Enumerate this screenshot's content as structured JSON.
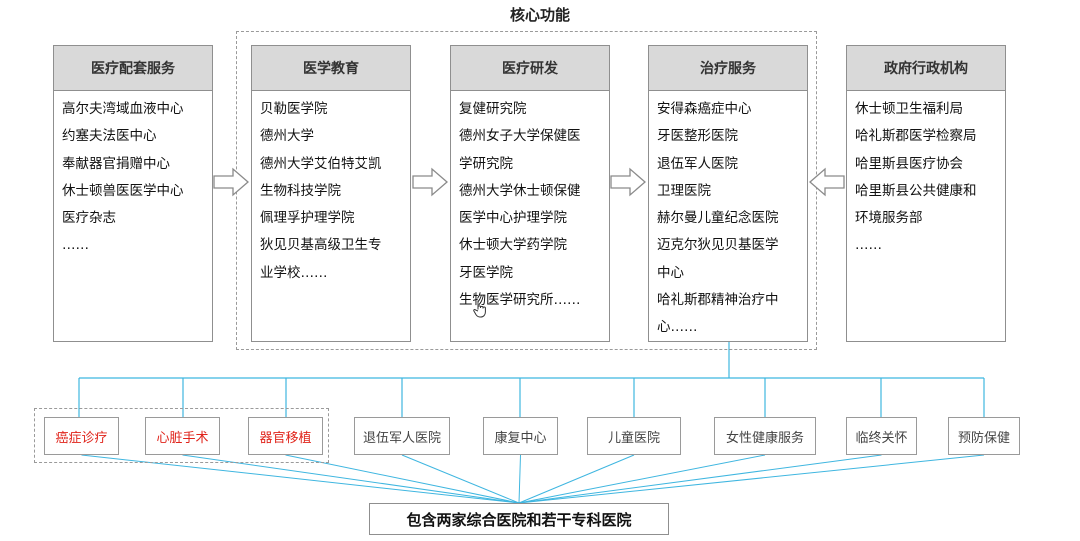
{
  "core_title": "核心功能",
  "columns": [
    {
      "title": "医疗配套服务",
      "items": [
        "高尔夫湾域血液中心",
        "约塞夫法医中心",
        "奉献器官捐赠中心",
        "休士顿兽医医学中心",
        "医疗杂志",
        "……"
      ]
    },
    {
      "title": "医学教育",
      "items": [
        "贝勒医学院",
        "德州大学",
        "德州大学艾伯特艾凯",
        "生物科技学院",
        "佩理孚护理学院",
        "狄见贝基高级卫生专",
        "业学校……"
      ]
    },
    {
      "title": "医疗研发",
      "items": [
        "复健研究院",
        "德州女子大学保健医",
        "学研究院",
        "德州大学休士顿保健",
        "医学中心护理学院",
        "休士顿大学药学院",
        "牙医学院",
        "生物医学研究所……"
      ]
    },
    {
      "title": "治疗服务",
      "items": [
        "安得森癌症中心",
        "牙医整形医院",
        "退伍军人医院",
        "卫理医院",
        "赫尔曼儿童纪念医院",
        "迈克尔狄见贝基医学",
        "中心",
        "哈礼斯郡精神治疗中",
        "心……"
      ]
    },
    {
      "title": "政府行政机构",
      "items": [
        "休士顿卫生福利局",
        "哈礼斯郡医学检察局",
        "哈里斯县医疗协会",
        "哈里斯县公共健康和",
        "环境服务部",
        "……"
      ]
    }
  ],
  "services": [
    {
      "label": "癌症诊疗",
      "highlight": true
    },
    {
      "label": "心脏手术",
      "highlight": true
    },
    {
      "label": "器官移植",
      "highlight": true
    },
    {
      "label": "退伍军人医院",
      "highlight": false
    },
    {
      "label": "康复中心",
      "highlight": false
    },
    {
      "label": "儿童医院",
      "highlight": false
    },
    {
      "label": "女性健康服务",
      "highlight": false
    },
    {
      "label": "临终关怀",
      "highlight": false
    },
    {
      "label": "预防保健",
      "highlight": false
    }
  ],
  "bottom_label": "包含两家综合医院和若干专科医院",
  "colors": {
    "connector": "#3fb6e0",
    "highlight_text": "#e0241b",
    "header_bg": "#d9d9d9",
    "border": "#8f8f8f"
  }
}
